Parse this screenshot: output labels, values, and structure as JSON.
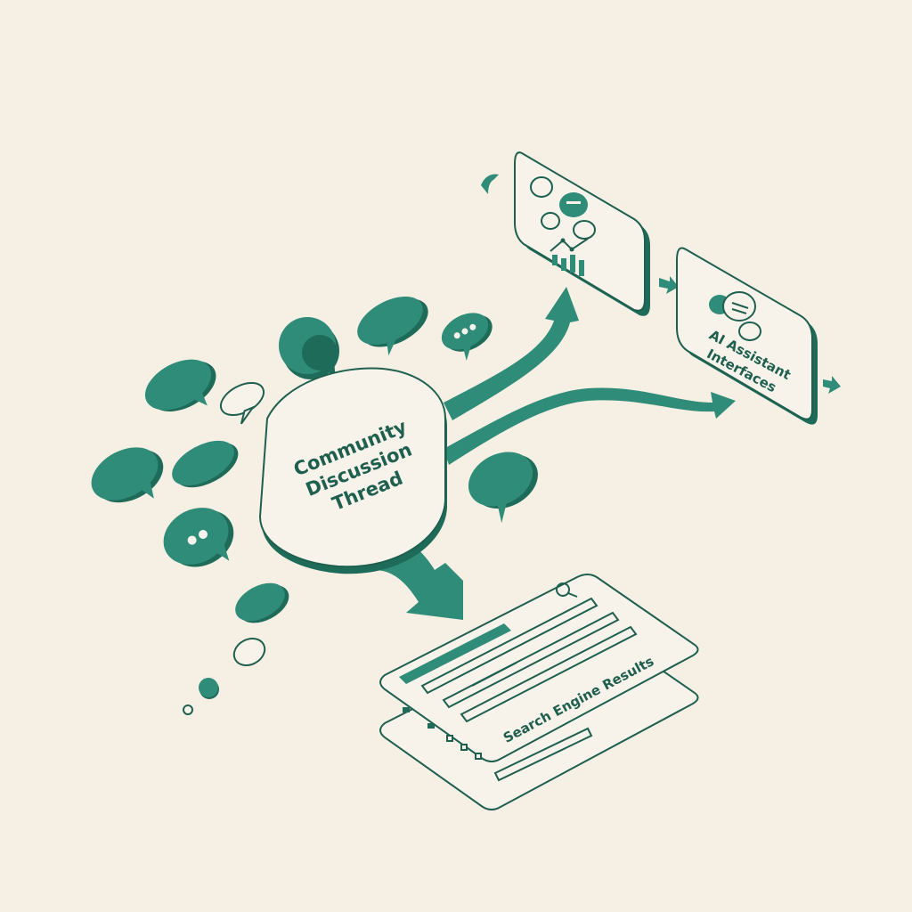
{
  "colors": {
    "background": "#f5efe4",
    "teal": "#2f8c78",
    "teal_dark": "#1f6b5a",
    "ink": "#1e5f50",
    "paper": "#f7f3ea"
  },
  "hub": {
    "line1": "Community",
    "line2": "Discussion",
    "line3": "Thread"
  },
  "ai_card": {
    "line1": "AI Assistant",
    "line2": "Interfaces"
  },
  "search_card": {
    "label": "Search Engine Results",
    "icon": "magnifier-icon"
  },
  "icons": [
    "speech-bubble-icon",
    "chat-cluster-icon",
    "bar-chart-icon",
    "arrow-icon"
  ]
}
